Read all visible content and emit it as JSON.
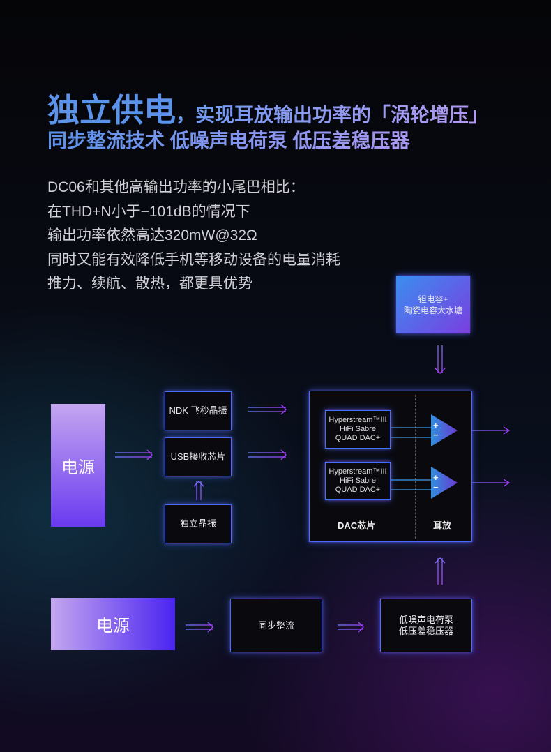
{
  "headline": {
    "emphasis": "独立供电",
    "line1_rest": "，实现耳放输出功率的「涡轮增压」",
    "line2": "同步整流技术 低噪声电荷泵 低压差稳压器"
  },
  "description": [
    "DC06和其他高输出功率的小尾巴相比：",
    "在THD+N小于−101dB的情况下",
    "输出功率依然高达320mW@32Ω",
    "同时又能有效降低手机等移动设备的电量消耗",
    "推力、续航、散热，都更具优势"
  ],
  "diagram": {
    "capacitor": "钽电容+\n陶瓷电容大水塘",
    "power_top": "电源",
    "ndk": "NDK 飞秒晶振",
    "usb": "USB接收芯片",
    "crystal": "独立晶振",
    "dac_chips": [
      "Hyperstream™III\nHiFi Sabre\nQUAD DAC+",
      "Hyperstream™III\nHiFi Sabre\nQUAD DAC+"
    ],
    "amp_signs": [
      "+",
      "−"
    ],
    "dac_label": "DAC芯片",
    "amp_label": "耳放",
    "power_bottom": "电源",
    "sync_rect": "同步整流",
    "regulator": "低噪声电荷泵\n低压差稳压器"
  },
  "colors": {
    "accent_blue": "#5b92ea",
    "accent_purple": "#9b3cff"
  }
}
